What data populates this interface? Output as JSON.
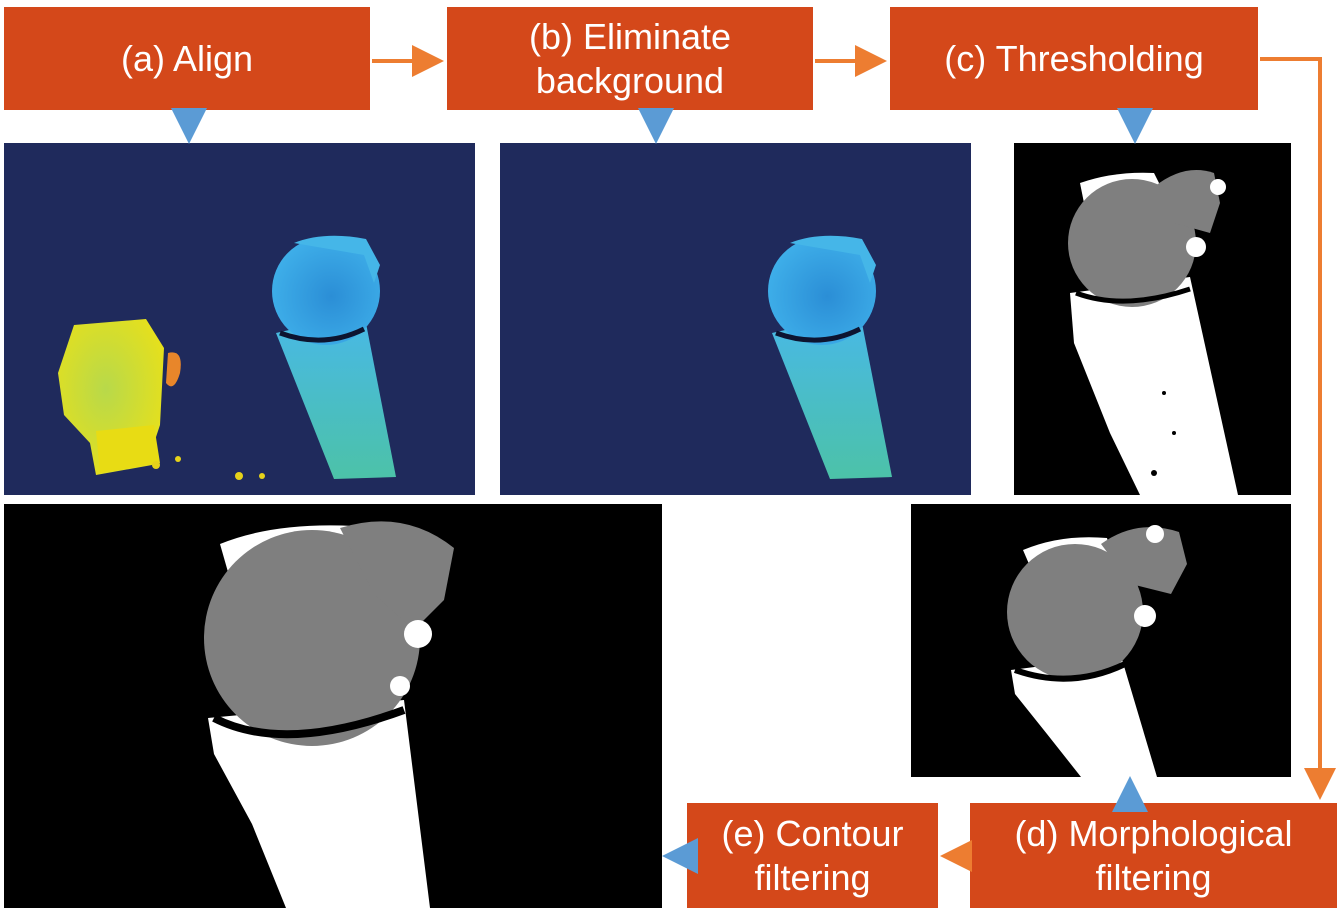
{
  "steps": {
    "align": "(a) Align",
    "eliminate": "(b) Eliminate\nbackground",
    "threshold": "(c) Thresholding",
    "morph": "(d) Morphological\nfiltering",
    "contour": "(e) Contour\nfiltering"
  },
  "colors": {
    "step_box": "#d4481a",
    "flow_arrow": "#ed7d31",
    "result_arrow": "#5b9bd5",
    "depth_background": "#1f2a5c",
    "mask_hand": "#ffffff",
    "mask_ball": "#808080"
  }
}
